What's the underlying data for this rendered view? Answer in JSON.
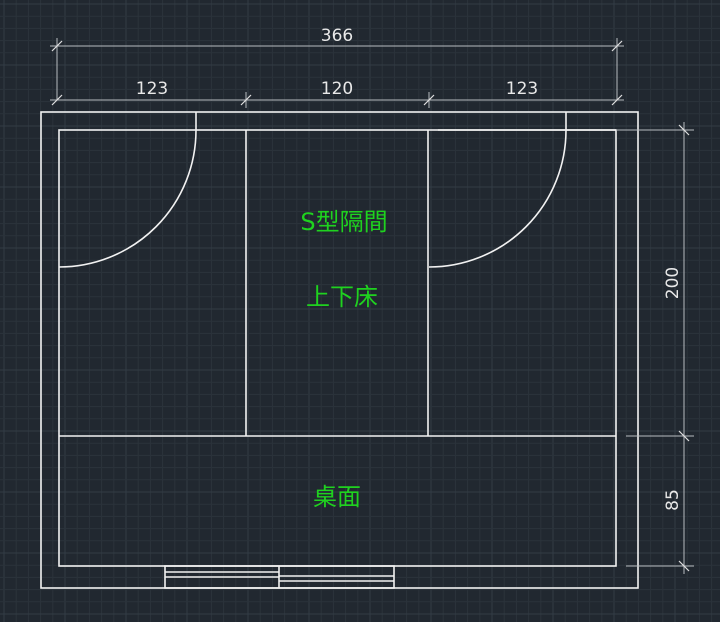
{
  "dimensions": {
    "total_width": "366",
    "left_width": "123",
    "middle_width": "120",
    "right_width": "123",
    "upper_height": "200",
    "lower_height": "85"
  },
  "labels": {
    "partition": "S型隔間",
    "bunk_bed": "上下床",
    "desk": "桌面"
  },
  "colors": {
    "background": "#212830",
    "grid_minor": "#2b333b",
    "grid_major": "#333c45",
    "lines": "#f2f2f2",
    "label_text": "#1fd21f"
  }
}
